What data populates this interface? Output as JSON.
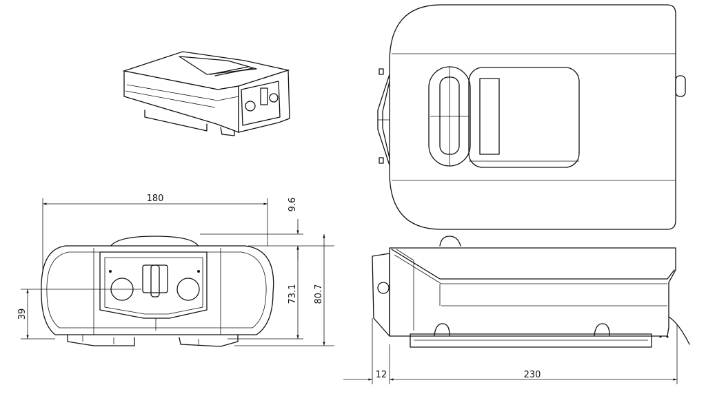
{
  "dimensions": {
    "front_width": "180",
    "top_offset": "9.6",
    "body_height": "73.1",
    "overall_height": "80.7",
    "center_height": "39",
    "bracket_depth": "12",
    "side_length": "230"
  },
  "colors": {
    "line": "#111111",
    "background": "#ffffff"
  }
}
